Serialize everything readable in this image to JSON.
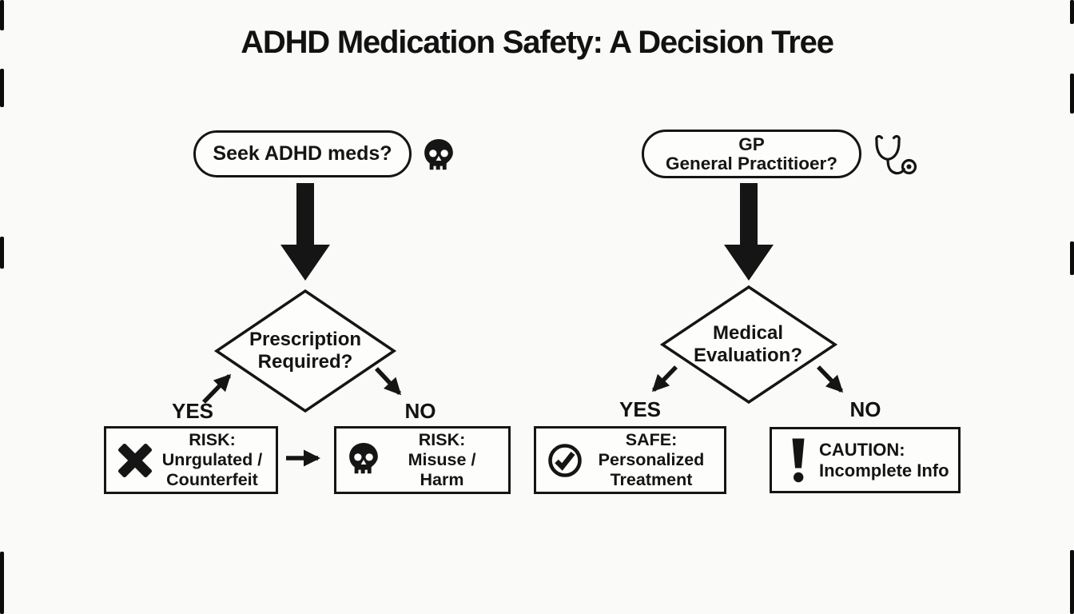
{
  "title": "ADHD Medication Safety: A Decision Tree",
  "colors": {
    "ink": "#151515",
    "paper": "#fafaf8"
  },
  "left_flow": {
    "start_label": "Seek ADHD meds?",
    "start_icon": "skull-icon",
    "decision_line1": "Prescription",
    "decision_line2": "Required?",
    "yes_label": "YES",
    "no_label": "NO",
    "yes_outcome_icon": "x-mark-icon",
    "yes_outcome_line1": "RISK:",
    "yes_outcome_line2": "Unrgulated /",
    "yes_outcome_line3": "Counterfeit",
    "no_outcome_icon": "skull-icon",
    "no_outcome_line1": "RISK:",
    "no_outcome_line2": "Misuse /",
    "no_outcome_line3": "Harm"
  },
  "right_flow": {
    "start_line1": "GP",
    "start_line2": "General Practitioer?",
    "start_icon": "stethoscope-icon",
    "decision_line1": "Medical",
    "decision_line2": "Evaluation?",
    "yes_label": "YES",
    "no_label": "NO",
    "yes_outcome_icon": "check-circle-icon",
    "yes_outcome_line1": "SAFE:",
    "yes_outcome_line2": "Personalized",
    "yes_outcome_line3": "Treatment",
    "no_outcome_icon": "exclamation-icon",
    "no_outcome_line1": "CAUTION:",
    "no_outcome_line2": "Incomplete Info"
  }
}
